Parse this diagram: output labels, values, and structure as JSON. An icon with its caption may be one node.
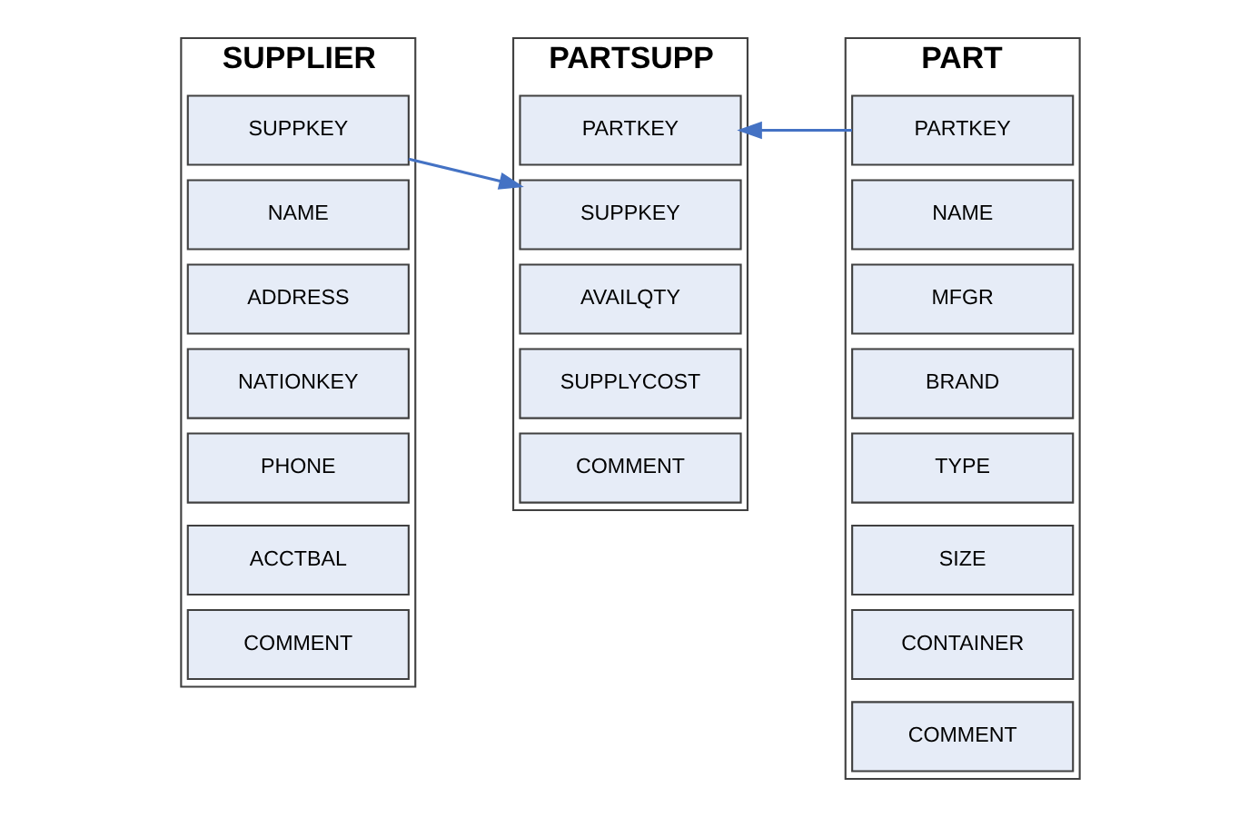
{
  "diagram": {
    "nodes": [
      {
        "text": [
          "SUPPLIER"
        ]
      },
      {
        "text": [
          "SUPPKEY"
        ],
        "in": 0
      },
      {
        "text": [
          "NAME"
        ],
        "in": 0
      },
      {
        "text": [
          "ADDRESS"
        ],
        "in": 0
      },
      {
        "text": [
          "NATIONKEY"
        ],
        "in": 0
      },
      {
        "text": [
          "PHONE"
        ],
        "in": 0
      },
      {
        "text": [
          "ACCTBAL"
        ],
        "in": 0
      },
      {
        "text": [
          "COMMENT"
        ],
        "in": 0
      },
      {
        "text": [
          "PARTSUPP"
        ]
      },
      {
        "text": [
          "PARTKEY"
        ],
        "in": 8
      },
      {
        "text": [
          "SUPPKEY"
        ],
        "in": 8
      },
      {
        "text": [
          "AVAILQTY"
        ],
        "in": 8
      },
      {
        "text": [
          "SUPPLYCOST"
        ],
        "in": 8
      },
      {
        "text": [
          "COMMENT"
        ],
        "in": 8
      },
      {
        "text": [
          "PART"
        ]
      },
      {
        "text": [
          "PARTKEY"
        ],
        "in": 14
      },
      {
        "text": [
          "NAME"
        ],
        "in": 14
      },
      {
        "text": [
          "MFGR"
        ],
        "in": 14
      },
      {
        "text": [
          "BRAND"
        ],
        "in": 14
      },
      {
        "text": [
          "TYPE"
        ],
        "in": 14
      },
      {
        "text": [
          "SIZE"
        ],
        "in": 14
      },
      {
        "text": [
          "CONTAINER"
        ],
        "in": 14
      },
      {
        "text": [
          "COMMENT"
        ],
        "in": 14
      }
    ],
    "edges": [
      {
        "from": 1,
        "to": 10,
        "arrow": "to"
      },
      {
        "from": 15,
        "to": 9,
        "arrow": "to"
      }
    ]
  }
}
